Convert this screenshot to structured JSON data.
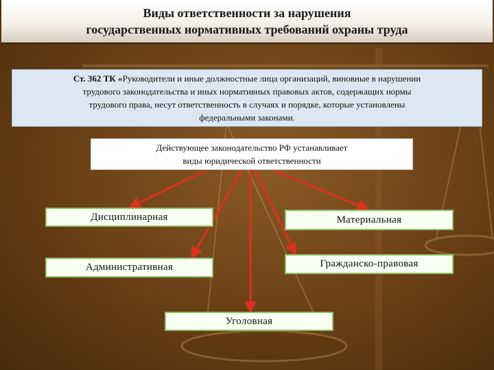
{
  "title": {
    "line1": "Виды ответственности за нарушения",
    "line2": "государственных нормативных требований охраны труда"
  },
  "quote": {
    "lead": "Ст. 362 ТК «",
    "line1": "Руководители и иные должностные лица организаций, виновные в нарушении",
    "line2": "трудового законодательства и иных нормативных правовых актов, содержащих нормы",
    "line3": "трудового права, несут ответственность в случаях и порядке, которые установлены",
    "line4": "федеральными законами.",
    "line4_tail": ""
  },
  "law": {
    "line1": "Действующее законодательство РФ устанавливает",
    "line2": "виды юридической ответственности"
  },
  "kinds": {
    "disciplinary": "Дисциплинарная",
    "material": "Материальная",
    "administrative": "Административная",
    "civil": "Гражданско-правовая",
    "criminal": "Уголовная"
  },
  "colors": {
    "background": "#6e4318",
    "arrow": "#d9321e",
    "kind_border": "#8fc36a",
    "quote_bg": "#dbe8f4"
  }
}
